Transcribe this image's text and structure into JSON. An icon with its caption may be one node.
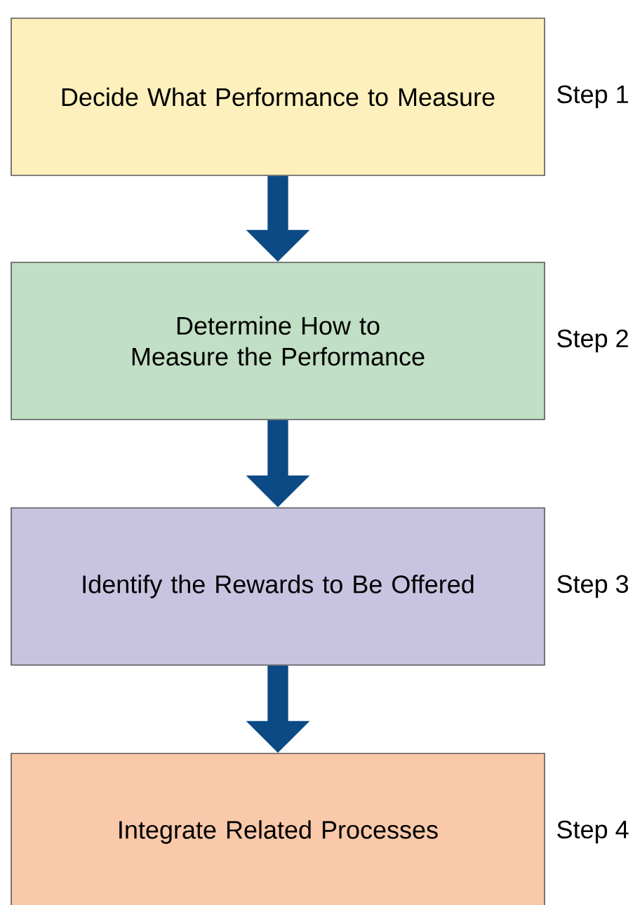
{
  "diagram": {
    "nodes": [
      {
        "text": [
          "Decide What Performance to Measure"
        ],
        "beside": [
          "Step 1"
        ]
      },
      {
        "text": [
          "Determine How to Measure the Performance"
        ],
        "beside": [
          "Step 2"
        ]
      },
      {
        "text": [
          "Identify the Rewards to Be Offered"
        ],
        "beside": [
          "Step 3"
        ]
      },
      {
        "text": [
          "Integrate Related Processes"
        ],
        "beside": [
          "Step 4"
        ]
      }
    ],
    "edges": [
      {
        "from": 0,
        "to": 1,
        "arrow": "to"
      },
      {
        "from": 1,
        "to": 2,
        "arrow": "to"
      },
      {
        "from": 2,
        "to": 3,
        "arrow": "to"
      }
    ]
  }
}
